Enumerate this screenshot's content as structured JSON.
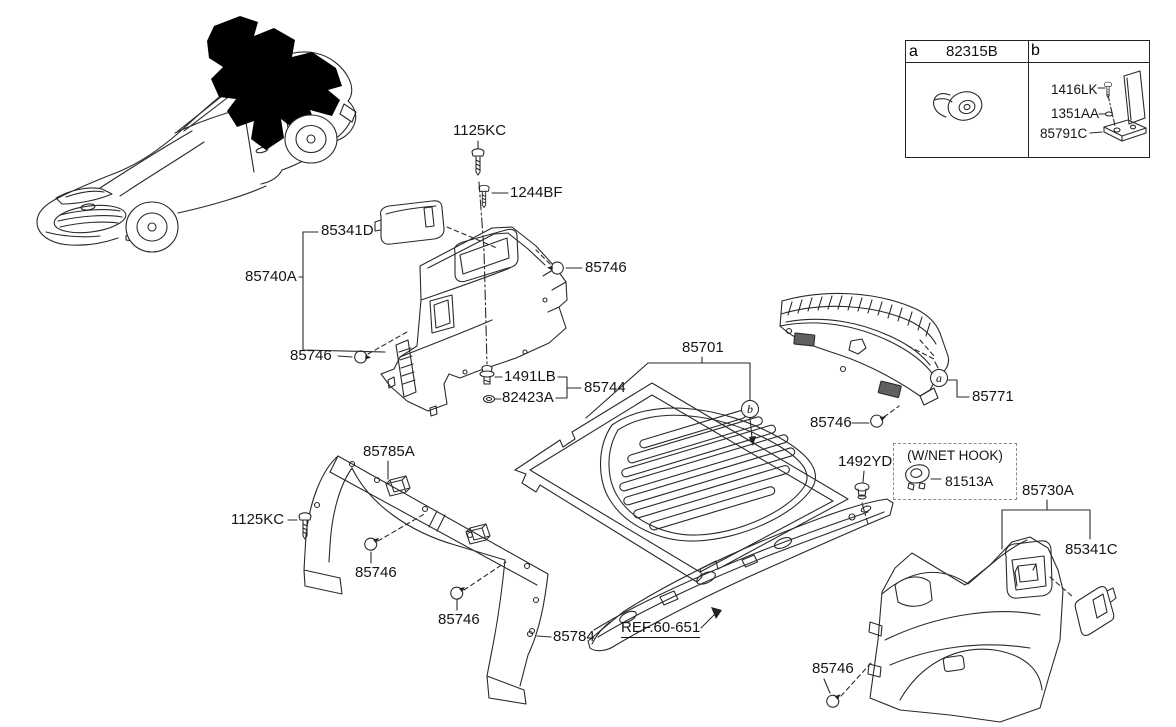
{
  "page": {
    "background": "#ffffff",
    "line_color": "#2a2a2a",
    "highlight_color": "#000000"
  },
  "legend": {
    "marker_a": "a",
    "part_a": "82315B",
    "marker_b": "b",
    "b_items": {
      "screw": "1416LK",
      "nut": "1351AA",
      "bracket": "85791C"
    }
  },
  "callouts": {
    "a": "a",
    "b": "b"
  },
  "net_hook": {
    "title": "(W/NET HOOK)",
    "part": "81513A"
  },
  "labels": {
    "screw_top": "1125KC",
    "screw_side": "1244BF",
    "cover_left": "85341D",
    "quarter_trim_left": "85740A",
    "clip_right_of_trim": "85746",
    "clip_left_of_trim": "85746",
    "bolt": "1491LB",
    "grommet": "82423A",
    "fastener_group": "85744",
    "luggage_mat": "85701",
    "rear_transverse_trim": "85771",
    "clip_under_rear_trim": "85746",
    "partition_strip": "85785A",
    "screw_left": "1125KC",
    "clip_under_strip_1": "85746",
    "clip_under_strip_2": "85746",
    "partition_leg": "85784",
    "floor_ref": "REF.60-651",
    "plug": "1492YD",
    "quarter_trim_right": "85730A",
    "cover_right": "85341C",
    "clip_bottom_right": "85746"
  }
}
